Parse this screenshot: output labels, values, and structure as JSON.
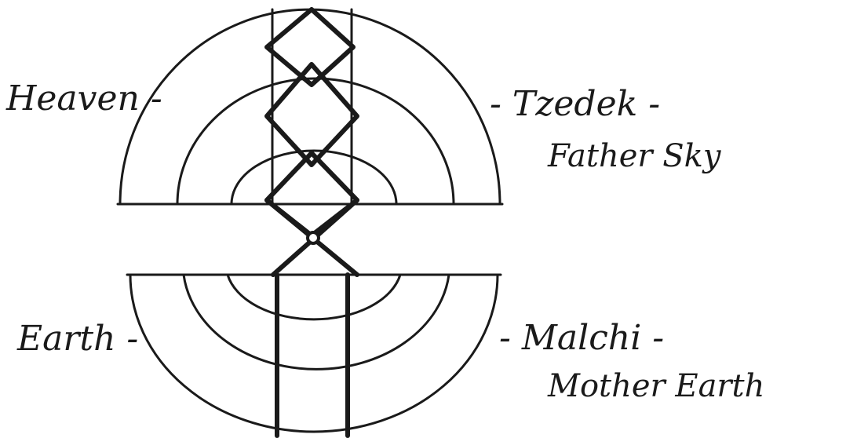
{
  "labels": {
    "heaven": "Heaven -",
    "tzedek": "- Tzedek -",
    "father_sky": "Father Sky",
    "earth": "Earth -",
    "malchi": "- Malchi -",
    "mother_earth": "Mother Earth"
  },
  "colors": {
    "ink": "#1a1a1a",
    "paper": "#ffffff"
  }
}
